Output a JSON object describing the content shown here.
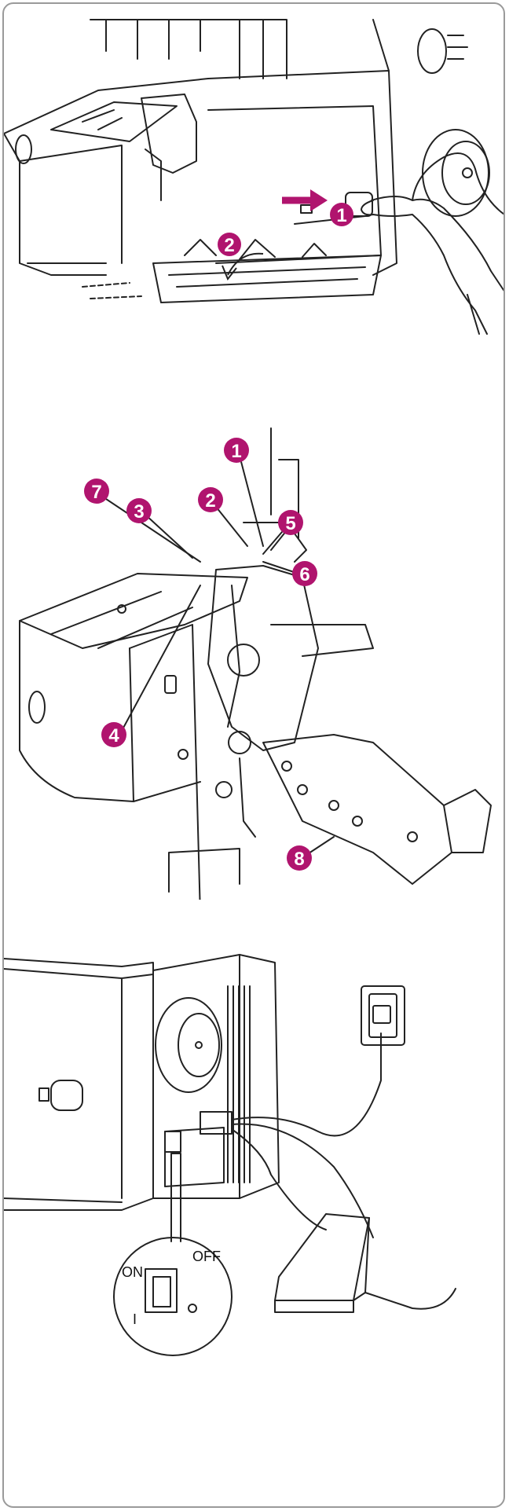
{
  "colors": {
    "accent": "#b0146e",
    "line": "#222222",
    "frame": "#9a9a9a"
  },
  "figure_1": {
    "badges": [
      "1",
      "2"
    ],
    "icons": [
      "arrow-right-icon",
      "curved-arrow-icon",
      "hand-icon"
    ]
  },
  "figure_2": {
    "badges": [
      "1",
      "2",
      "3",
      "4",
      "5",
      "6",
      "7",
      "8"
    ]
  },
  "figure_3": {
    "switch": {
      "on_label": "ON",
      "off_label": "OFF",
      "on_symbol": "I"
    },
    "icons": [
      "power-switch-icon",
      "wall-socket-icon",
      "foot-pedal-icon",
      "power-cord-icon"
    ]
  }
}
